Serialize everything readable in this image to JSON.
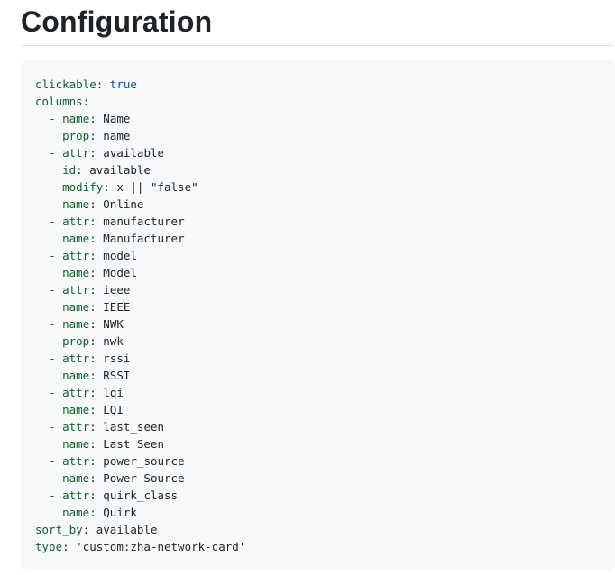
{
  "heading": {
    "title": "Configuration"
  },
  "code": {
    "lines": [
      {
        "indent": "",
        "dash": "",
        "key": "clickable",
        "value": "true",
        "constant": true
      },
      {
        "indent": "",
        "dash": "",
        "key": "columns",
        "value": "",
        "constant": false
      },
      {
        "indent": "  ",
        "dash": "- ",
        "key": "name",
        "value": "Name",
        "constant": false
      },
      {
        "indent": "    ",
        "dash": "",
        "key": "prop",
        "value": "name",
        "constant": false
      },
      {
        "indent": "  ",
        "dash": "- ",
        "key": "attr",
        "value": "available",
        "constant": false
      },
      {
        "indent": "    ",
        "dash": "",
        "key": "id",
        "value": "available",
        "constant": false
      },
      {
        "indent": "    ",
        "dash": "",
        "key": "modify",
        "value": "x || \"false\"",
        "constant": false
      },
      {
        "indent": "    ",
        "dash": "",
        "key": "name",
        "value": "Online",
        "constant": false
      },
      {
        "indent": "  ",
        "dash": "- ",
        "key": "attr",
        "value": "manufacturer",
        "constant": false
      },
      {
        "indent": "    ",
        "dash": "",
        "key": "name",
        "value": "Manufacturer",
        "constant": false
      },
      {
        "indent": "  ",
        "dash": "- ",
        "key": "attr",
        "value": "model",
        "constant": false
      },
      {
        "indent": "    ",
        "dash": "",
        "key": "name",
        "value": "Model",
        "constant": false
      },
      {
        "indent": "  ",
        "dash": "- ",
        "key": "attr",
        "value": "ieee",
        "constant": false
      },
      {
        "indent": "    ",
        "dash": "",
        "key": "name",
        "value": "IEEE",
        "constant": false
      },
      {
        "indent": "  ",
        "dash": "- ",
        "key": "name",
        "value": "NWK",
        "constant": false
      },
      {
        "indent": "    ",
        "dash": "",
        "key": "prop",
        "value": "nwk",
        "constant": false
      },
      {
        "indent": "  ",
        "dash": "- ",
        "key": "attr",
        "value": "rssi",
        "constant": false
      },
      {
        "indent": "    ",
        "dash": "",
        "key": "name",
        "value": "RSSI",
        "constant": false
      },
      {
        "indent": "  ",
        "dash": "- ",
        "key": "attr",
        "value": "lqi",
        "constant": false
      },
      {
        "indent": "    ",
        "dash": "",
        "key": "name",
        "value": "LQI",
        "constant": false
      },
      {
        "indent": "  ",
        "dash": "- ",
        "key": "attr",
        "value": "last_seen",
        "constant": false
      },
      {
        "indent": "    ",
        "dash": "",
        "key": "name",
        "value": "Last Seen",
        "constant": false
      },
      {
        "indent": "  ",
        "dash": "- ",
        "key": "attr",
        "value": "power_source",
        "constant": false
      },
      {
        "indent": "    ",
        "dash": "",
        "key": "name",
        "value": "Power Source",
        "constant": false
      },
      {
        "indent": "  ",
        "dash": "- ",
        "key": "attr",
        "value": "quirk_class",
        "constant": false
      },
      {
        "indent": "    ",
        "dash": "",
        "key": "name",
        "value": "Quirk",
        "constant": false
      },
      {
        "indent": "",
        "dash": "",
        "key": "sort_by",
        "value": "available",
        "constant": false
      },
      {
        "indent": "",
        "dash": "",
        "key": "type",
        "value": "'custom:zha-network-card'",
        "constant": false
      }
    ]
  }
}
